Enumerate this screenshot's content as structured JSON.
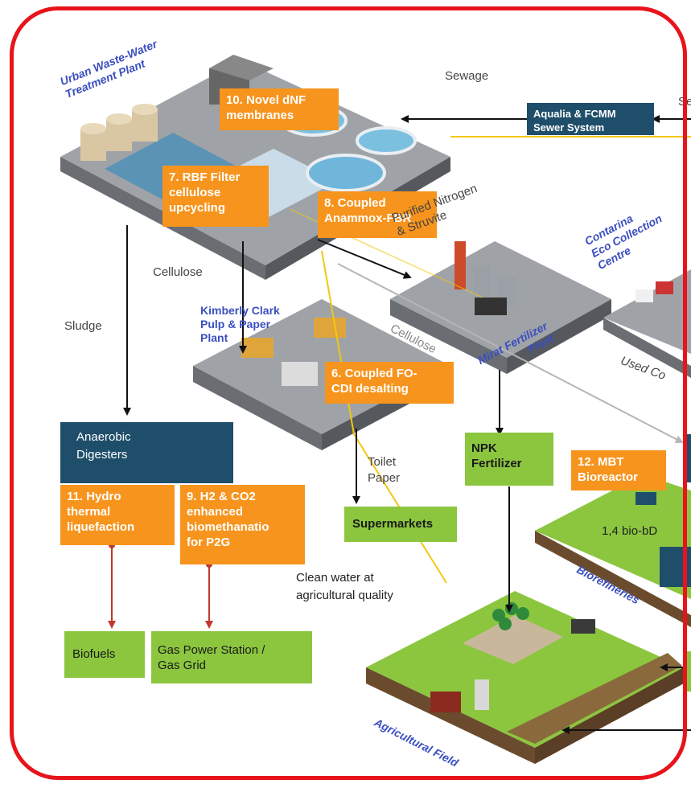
{
  "labels": {
    "sewage": "Sewage",
    "sewage_cut": "Se",
    "urban_plant": "Urban Waste-Water\nTreatment Plant",
    "aqualia": "Aqualia & FCMM\nSewer System",
    "novel_dnf": "10. Novel dNF\nmembranes",
    "rbf": "7. RBF Filter\ncellulose\nupcycling",
    "anammox": "8. Coupled\nAnammox-FBR",
    "purified": "Purified Nitrogen\n& Struvite",
    "contarina": "Contarina\nEco Collection\nCentre",
    "cellulose_left": "Cellulose",
    "sludge": "Sludge",
    "kimberly": "Kimberly Clark\nPulp & Paper\nPlant",
    "cellulose_diag": "Cellulose",
    "mirat": "Mirat Fertilizer\nPlant",
    "used_co": "Used Co",
    "fo_cdi": "6. Coupled FO-\nCDI desalting",
    "anaerobic": "Anaerobic\nDigesters",
    "hydro": "11. Hydro\nthermal\nliquefaction",
    "h2co2": "9. H2 & CO2\nenhanced\nbiomethanatio\nfor P2G",
    "toilet": "Toilet\nPaper",
    "supermarkets": "Supermarkets",
    "npk": "NPK\nFertilizer",
    "mbt": "12. MBT\nBioreactor",
    "biobdo": "1,4 bio-bD",
    "biorefineries": "Biorefineries",
    "clean_water": "Clean water at\nagricultural quality",
    "biofuels": "Biofuels",
    "gas_power": "Gas Power Station /\nGas Grid",
    "agri_field": "Agricultural Field"
  },
  "colors": {
    "orange": "#f7941d",
    "navy": "#1f4e6b",
    "green": "#8cc63f",
    "frame": "#e8141b",
    "yellow_flow": "#f2c80f",
    "grey_flow": "#b5b5b5",
    "red_flow": "#c0392b"
  }
}
